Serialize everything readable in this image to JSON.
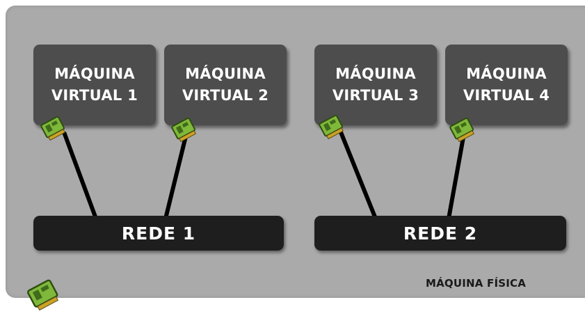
{
  "diagram": {
    "host_label": "MÁQUINA FÍSICA",
    "virtual_machines": [
      {
        "id": "vm1",
        "label": "MÁQUINA\nVIRTUAL 1",
        "network": "rede1"
      },
      {
        "id": "vm2",
        "label": "MÁQUINA\nVIRTUAL 2",
        "network": "rede1"
      },
      {
        "id": "vm3",
        "label": "MÁQUINA\nVIRTUAL 3",
        "network": "rede2"
      },
      {
        "id": "vm4",
        "label": "MÁQUINA\nVIRTUAL 4",
        "network": "rede2"
      }
    ],
    "networks": [
      {
        "id": "rede1",
        "label": "REDE 1"
      },
      {
        "id": "rede2",
        "label": "REDE 2"
      }
    ],
    "icons": {
      "vm_nic": "network-card-icon",
      "host_nic": "network-card-icon"
    },
    "colors": {
      "host_background": "#aaaaaa",
      "vm_box": "#4d4d4d",
      "network_bar": "#1e1e1e",
      "nic_green": "#7fb83a"
    }
  }
}
